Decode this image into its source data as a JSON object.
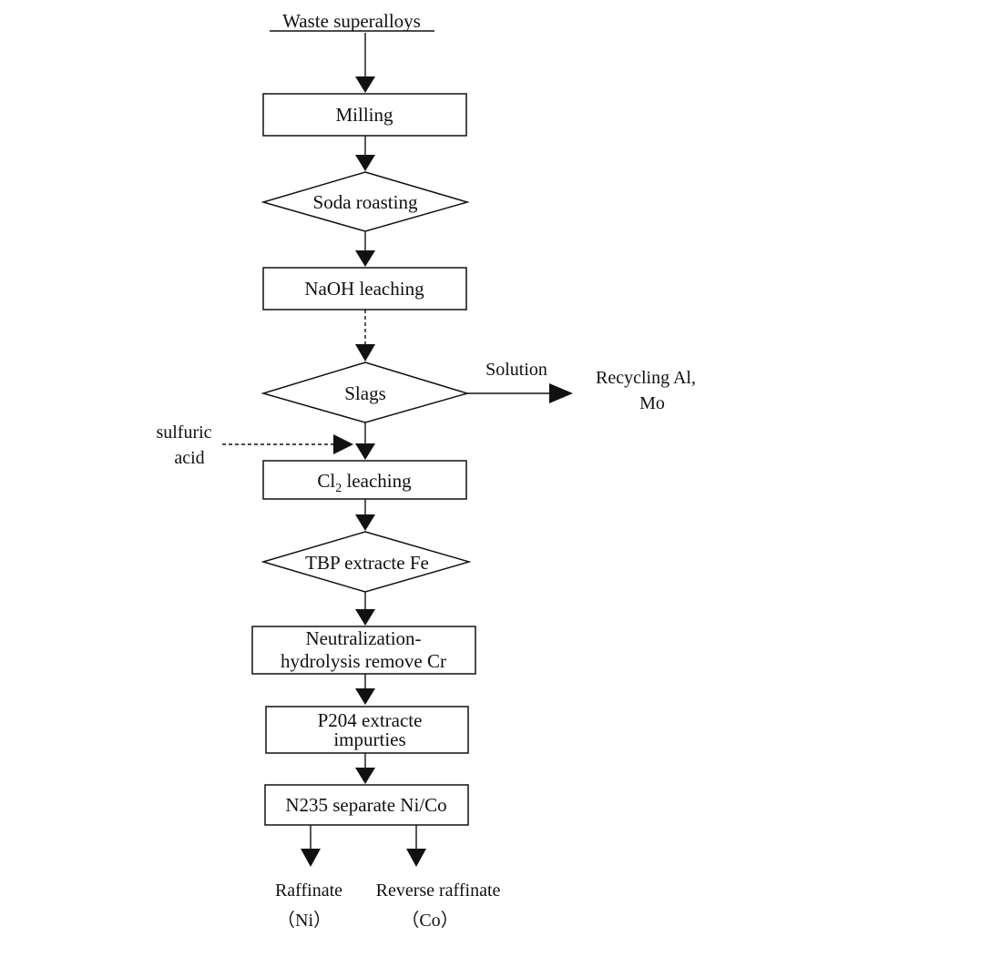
{
  "diagram": {
    "start": "Waste superalloys",
    "steps": {
      "milling": "Milling",
      "soda_roasting": "Soda roasting",
      "naoh_leaching": "NaOH leaching",
      "slags": "Slags",
      "cl2_leaching_prefix": "Cl",
      "cl2_leaching_sub": "2",
      "cl2_leaching_suffix": " leaching",
      "tbp": "TBP extracte Fe",
      "neutralization_line1": "Neutralization-",
      "neutralization_line2": "hydrolysis remove Cr",
      "p204_line1": "P204 extracte",
      "p204_line2": "impurties",
      "n235": "N235 separate Ni/Co"
    },
    "side": {
      "solution": "Solution",
      "recycling_line1": "Recycling Al,",
      "recycling_line2": "Mo",
      "acid_line1": "sulfuric",
      "acid_line2": "acid"
    },
    "outputs": {
      "raffinate": "Raffinate",
      "raffinate_metal": "（Ni）",
      "reverse": "Reverse raffinate",
      "reverse_metal": "（Co）"
    }
  }
}
